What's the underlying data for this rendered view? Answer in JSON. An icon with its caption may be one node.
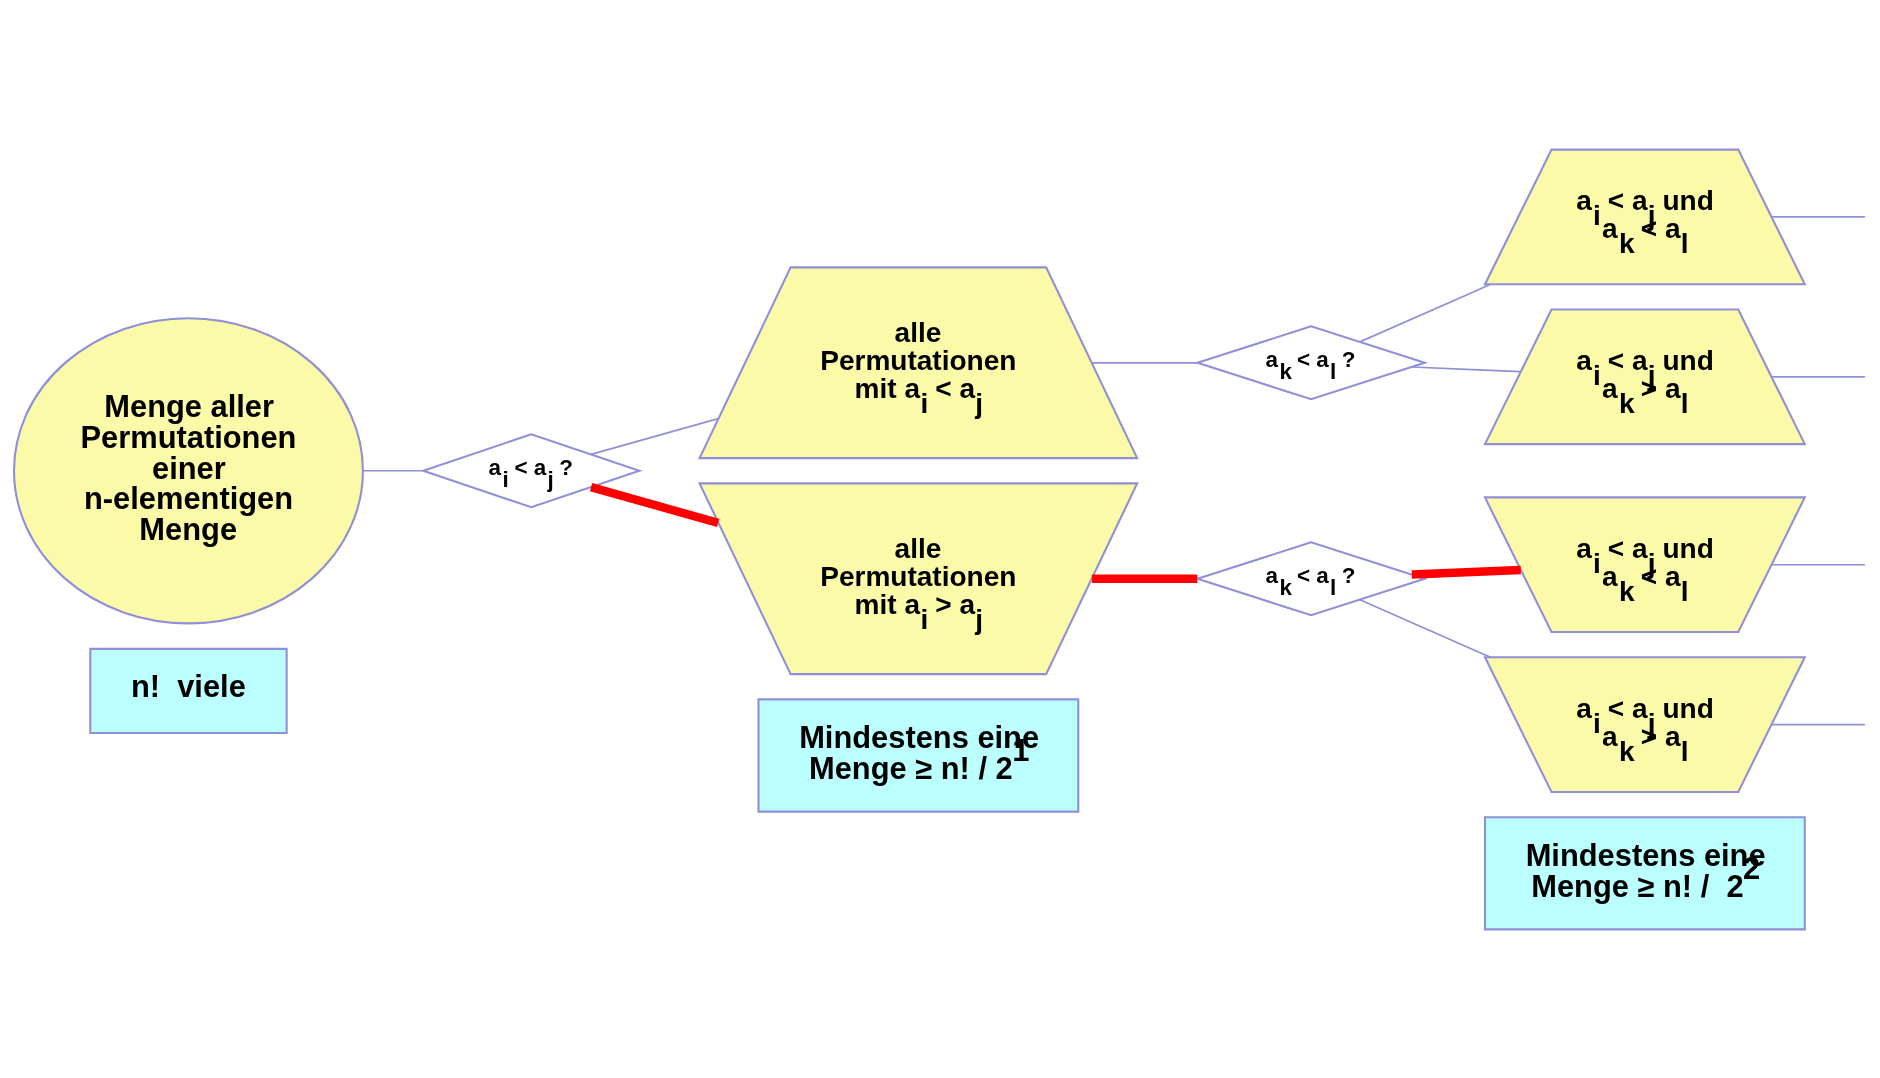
{
  "diagram": {
    "nodes": [
      {
        "text": [
          "Menge aller Permutationen einer n-elementigen Menge"
        ]
      },
      {
        "text": [
          "a$_{i}$ < a$_{j}$ ?"
        ]
      },
      {
        "text": [
          "alle Permutationen mit a$_{i}$ < a$_{j}$"
        ]
      },
      {
        "text": [
          "alle Permutationen mit a$_{i}$ > a$_{j}$"
        ]
      },
      {
        "text": [
          "a$_{k}$ < a$_{l}$ ?"
        ]
      },
      {
        "text": [
          "a$_{k}$ < a$_{l}$ ?"
        ]
      },
      {
        "text": [
          "a$_{i}$ < a$_{j}$ und a$_{k}$ < a$_{l}$"
        ]
      },
      {
        "text": [
          "a$_{i}$ < a$_{j}$ und a$_{k}$ > a$_{l}$"
        ]
      },
      {
        "text": [
          "a$_{i}$ < a$_{j}$ und a$_{k}$ < a$_{l}$"
        ]
      },
      {
        "text": [
          "a$_{i}$ < a$_{j}$ und a$_{k}$ > a$_{l}$"
        ]
      },
      {
        "text": [
          "n!  viele"
        ]
      },
      {
        "text": [
          "Mindestens eine Menge ≥ n! / 2$^{1}$"
        ]
      },
      {
        "text": [
          "Mindestens eine Menge ≥ n! /  2$^{2}$"
        ]
      }
    ],
    "edges": [
      {
        "from": 0,
        "to": 1,
        "arrow": "none"
      },
      {
        "from": 1,
        "to": 2,
        "arrow": "none"
      },
      {
        "from": 1,
        "to": 3,
        "arrow": "none",
        "style": "thick",
        "color": "#ff0000"
      },
      {
        "from": 2,
        "to": 4,
        "arrow": "none"
      },
      {
        "from": 3,
        "to": 5,
        "arrow": "none",
        "style": "thick",
        "color": "#ff0000"
      },
      {
        "from": 4,
        "to": 6,
        "arrow": "none"
      },
      {
        "from": 4,
        "to": 7,
        "arrow": "none"
      },
      {
        "from": 5,
        "to": 8,
        "arrow": "none",
        "style": "thick",
        "color": "#ff0000"
      },
      {
        "from": 5,
        "to": 9,
        "arrow": "none"
      },
      {
        "from": 6,
        "to": null,
        "arrow": "none"
      },
      {
        "from": 7,
        "to": null,
        "arrow": "none"
      },
      {
        "from": 8,
        "to": null,
        "arrow": "none"
      },
      {
        "from": 9,
        "to": null,
        "arrow": "none"
      }
    ]
  }
}
